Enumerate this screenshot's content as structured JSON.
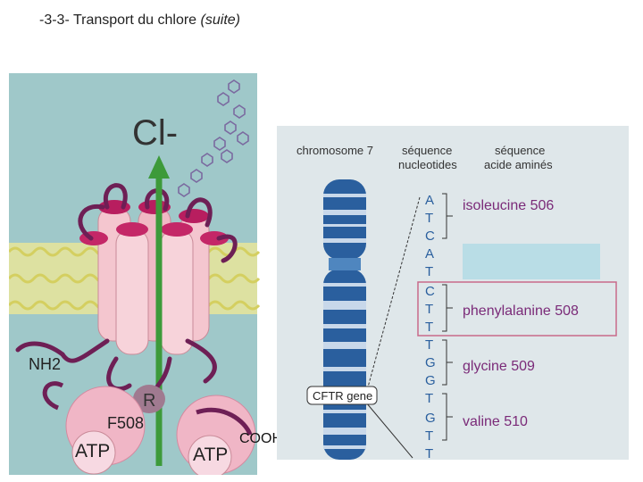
{
  "title": {
    "main": "-3-3- Transport du chlore",
    "suite": "(suite)"
  },
  "protein": {
    "ion_label": "Cl-",
    "nh2_label": "NH2",
    "r_label": "R",
    "f508_label": "F508",
    "atp_left": "ATP",
    "atp_right": "ATP",
    "cooh_label": "COOH"
  },
  "chromosome": {
    "header_chromosome": "chromosome 7",
    "header_nucleotides_1": "séquence",
    "header_nucleotides_2": "nucleotides",
    "header_amino_1": "séquence",
    "header_amino_2": "acide aminés",
    "gene_label": "CFTR gene",
    "nucleotides": [
      "A",
      "T",
      "C",
      "A",
      "T",
      "C",
      "T",
      "T",
      "T",
      "G",
      "G",
      "T",
      "G",
      "T",
      "T"
    ],
    "amino_acids": [
      {
        "name": "isoleucine 506"
      },
      {
        "name": "phenylalanine 508"
      },
      {
        "name": "glycine 509"
      },
      {
        "name": "valine 510"
      }
    ],
    "colors": {
      "chromosome": "#2a5f9e",
      "highlight": "#c86a8a",
      "amino_text": "#7a2a78",
      "deleted_box": "#b9dde6"
    }
  }
}
